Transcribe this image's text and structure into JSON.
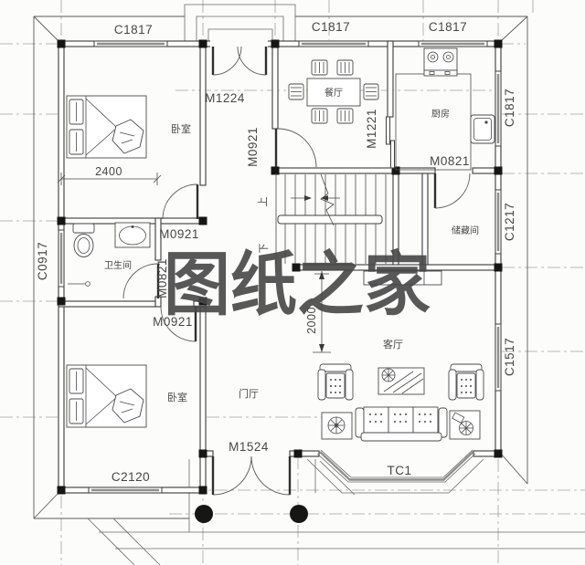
{
  "watermark": {
    "text": "图纸之家",
    "color": "#c43a2f"
  },
  "rooms": {
    "bedroom_top": "卧室",
    "dining": "餐厅",
    "kitchen": "厨房",
    "bathroom": "卫生间",
    "storage": "储藏间",
    "living": "客厅",
    "hall": "门厅",
    "bedroom_bottom": "卧室"
  },
  "windows": {
    "top_left": "C1817",
    "top_center": "C1817",
    "top_right": "C1817",
    "right_kitchen": "C1817",
    "right_storage": "C1217",
    "right_living": "C1517",
    "left_bathroom": "C0917",
    "bottom_bedroom": "C2120",
    "bay_window": "TC1"
  },
  "doors": {
    "balcony": "M1224",
    "dining": "M0921",
    "kitchen": "M1221",
    "storage": "M0821",
    "bedroom_top": "M0921",
    "bathroom": "M0821",
    "bedroom_bottom": "M0921",
    "entrance": "M1524"
  },
  "dimensions": {
    "bed_width": "2400",
    "living_depth": "2000"
  },
  "stairs": {
    "up": "上",
    "down": "下"
  }
}
